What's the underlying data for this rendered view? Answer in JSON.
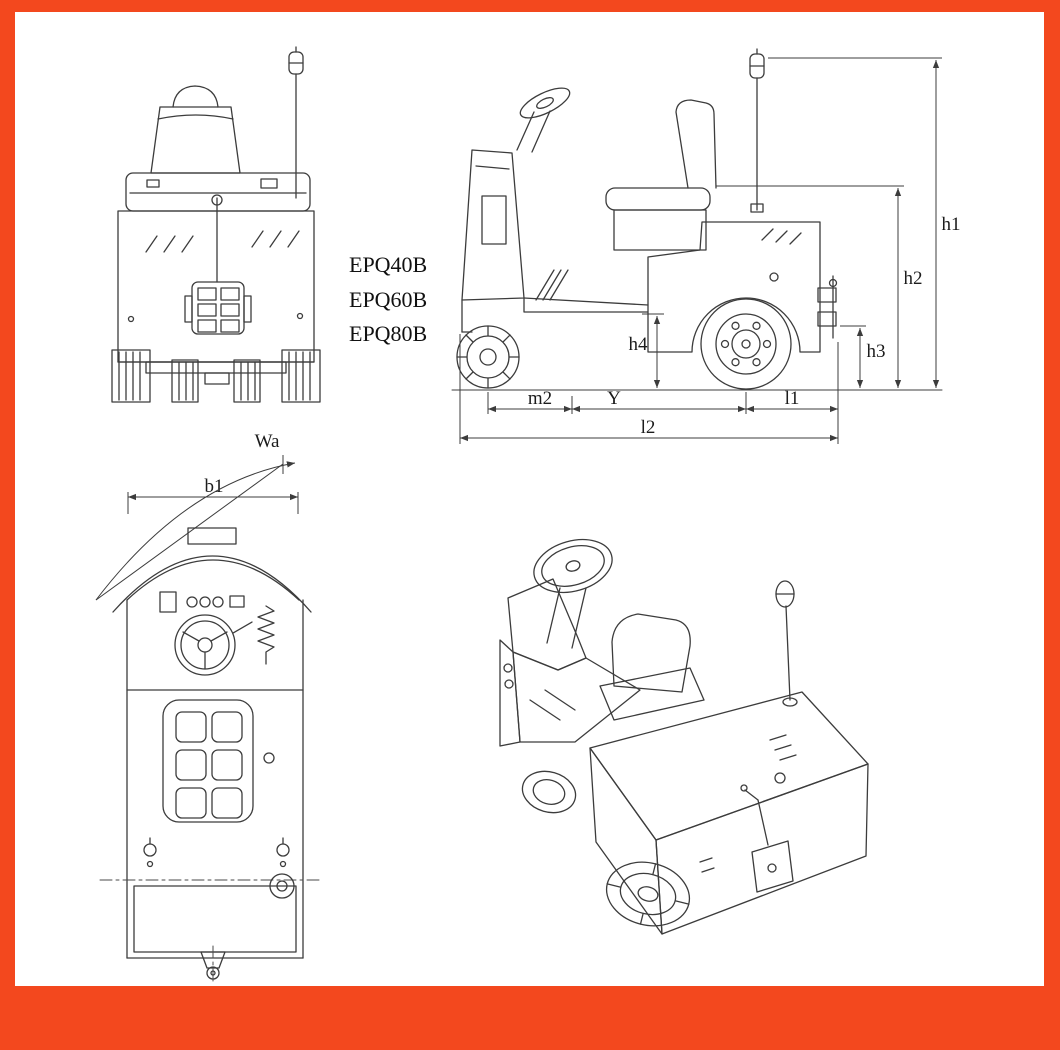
{
  "colors": {
    "frame": "#f3481e",
    "canvas": "#ffffff",
    "line": "#3c3c3c",
    "text": "#1c1c1c"
  },
  "models": [
    "EPQ40B",
    "EPQ60B",
    "EPQ80B"
  ],
  "dimensions": {
    "h1": "h1",
    "h2": "h2",
    "h3": "h3",
    "h4": "h4",
    "m2": "m2",
    "y": "Y",
    "l1": "l1",
    "l2": "l2",
    "wa": "Wa",
    "b1": "b1"
  }
}
